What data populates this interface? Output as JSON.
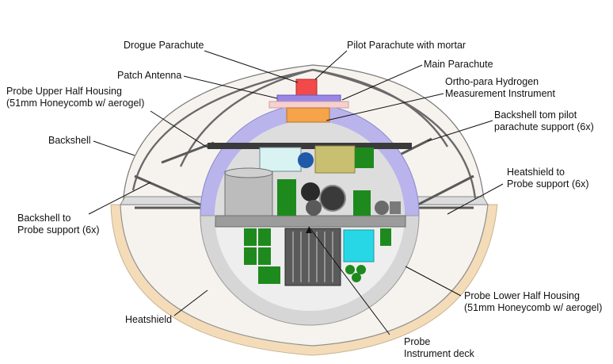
{
  "labels": {
    "drogue_parachute": "Drogue Parachute",
    "pilot_parachute": "Pilot Parachute with mortar",
    "main_parachute": "Main Parachute",
    "patch_antenna": "Patch Antenna",
    "ortho_para_line1": "Ortho-para Hydrogen",
    "ortho_para_line2": "Measurement Instrument",
    "upper_housing_line1": "Probe Upper Half Housing",
    "upper_housing_line2": "(51mm Honeycomb w/ aerogel)",
    "backshell": "Backshell",
    "backshell_pilot_support_line1": "Backshell tom pilot",
    "backshell_pilot_support_line2": "parachute support (6x)",
    "heatshield_probe_support_line1": "Heatshield to",
    "heatshield_probe_support_line2": "Probe support (6x)",
    "backshell_probe_support_line1": "Backshell to",
    "backshell_probe_support_line2": "Probe support (6x)",
    "lower_housing_line1": "Probe Lower Half Housing",
    "lower_housing_line2": "(51mm Honeycomb w/ aerogel)",
    "heatshield": "Heatshield",
    "instrument_deck_line1": "Probe",
    "instrument_deck_line2": "Instrument deck"
  },
  "colors": {
    "heatshield_outer": "#f4dcb8",
    "shell_fill": "#f6f3ee",
    "probe_upper": "#b9b4ec",
    "probe_lower": "#d6d6d6",
    "drogue": "#f24a4a",
    "antenna": "#9a86e6",
    "main_chute": "#f6cfcf",
    "hydrogen_instr": "#f5a44a",
    "component_green": "#1e8a1e",
    "component_cyan": "#28d7e6"
  }
}
